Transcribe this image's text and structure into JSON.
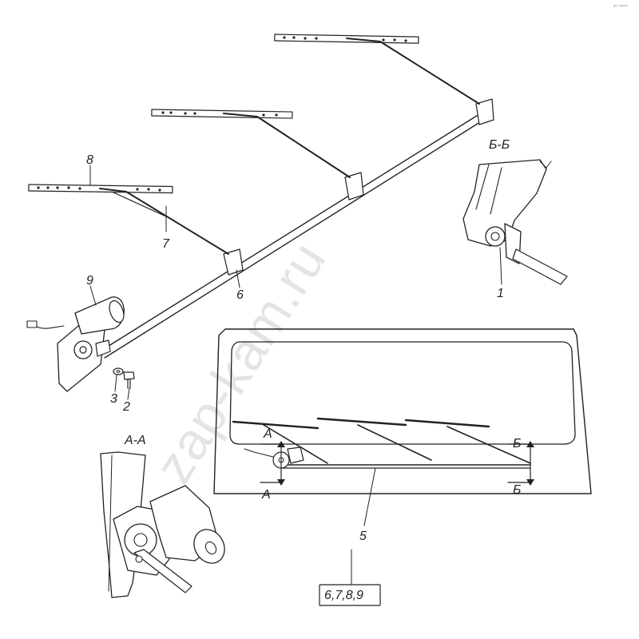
{
  "labels": {
    "p1": "1",
    "p2": "2",
    "p3": "3",
    "p5": "5",
    "p6": "6",
    "p7": "7",
    "p8": "8",
    "p9": "9",
    "section_aa": "А-А",
    "section_bb": "Б-Б",
    "cut_a_top": "А",
    "cut_a_bottom": "А",
    "cut_b_top": "Б",
    "cut_b_bottom": "Б",
    "group_ref": "6,7,8,9"
  },
  "watermark": "zap-kam.ru",
  "corner_mark": "з²- ═══"
}
